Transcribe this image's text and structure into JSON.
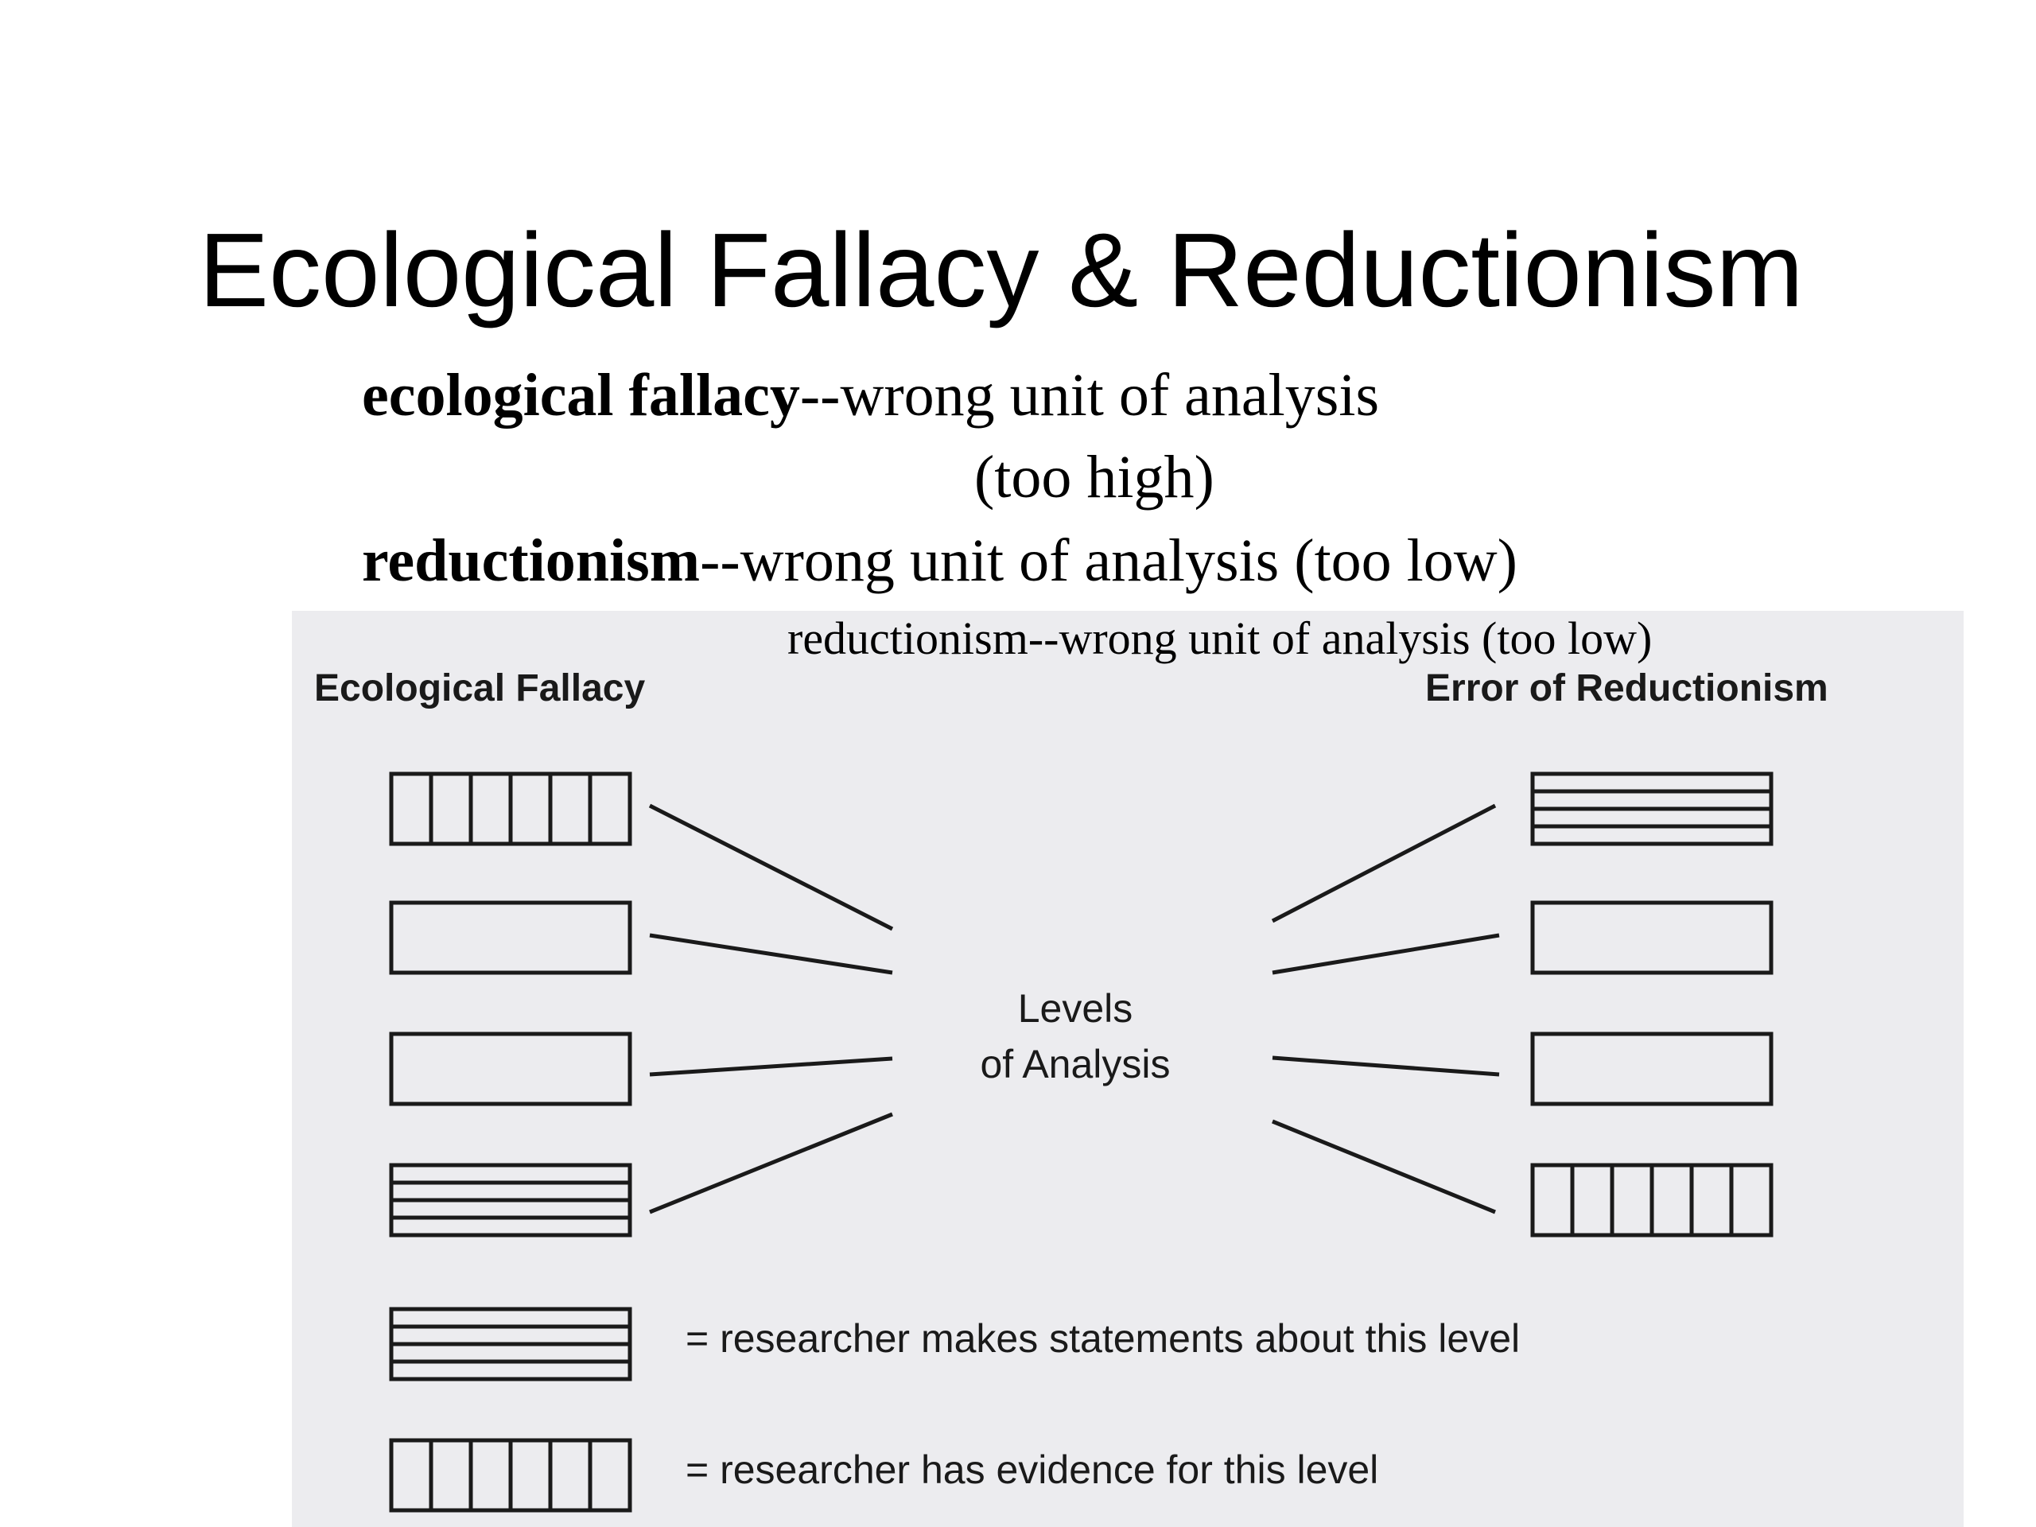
{
  "slide": {
    "title": "Ecological Fallacy & Reductionism",
    "line1": {
      "bold": "ecological fallacy",
      "rest": "--wrong unit of analysis"
    },
    "line2": "(too high)",
    "line3": {
      "bold": "reductionism",
      "rest": "--wrong unit of analysis (too low)"
    }
  },
  "figure": {
    "caption": "reductionism--wrong unit of analysis (too low)",
    "left_label": "Ecological Fallacy",
    "right_label": "Error of Reductionism",
    "center_label_line1": "Levels",
    "center_label_line2": "of Analysis",
    "legend": [
      {
        "pattern": "horizontal-lines",
        "text": "= researcher makes statements about this level"
      },
      {
        "pattern": "vertical-lines",
        "text": "= researcher has evidence for this level"
      }
    ],
    "left_levels": [
      "vertical-lines",
      "empty",
      "empty",
      "horizontal-lines"
    ],
    "right_levels": [
      "horizontal-lines",
      "empty",
      "empty",
      "vertical-lines"
    ],
    "colors": {
      "background": "#ececef",
      "ink": "#1a1a1a"
    }
  }
}
